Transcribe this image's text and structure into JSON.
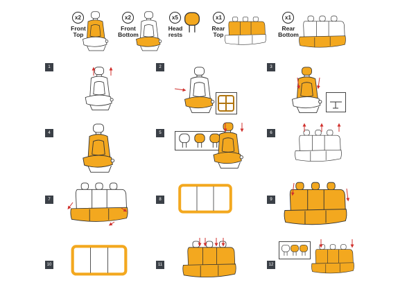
{
  "colors": {
    "cover": "#f3a81f",
    "badge": "#3b4047",
    "arrow": "#d0312d"
  },
  "parts": [
    {
      "qty": "x2",
      "label": "Front Top"
    },
    {
      "qty": "x2",
      "label": "Front Bottom"
    },
    {
      "qty": "x5",
      "label": "Head rests"
    },
    {
      "qty": "x1",
      "label": "Rear Top"
    },
    {
      "qty": "x1",
      "label": "Rear Bottom"
    }
  ],
  "steps": [
    "1",
    "2",
    "3",
    "4",
    "5",
    "6",
    "7",
    "8",
    "9",
    "10",
    "11",
    "12"
  ]
}
